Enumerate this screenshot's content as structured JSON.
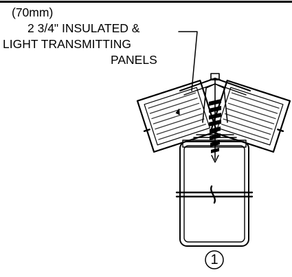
{
  "callout": {
    "line_1": "(70mm)",
    "line_2": "2 3/4\" INSULATED &",
    "line_3": "LIGHT TRANSMITTING",
    "line_4": "PANELS"
  },
  "detail_marker": "1",
  "colors": {
    "ink": "#000000",
    "paper": "#ffffff",
    "panel_hatch": "#333333"
  }
}
